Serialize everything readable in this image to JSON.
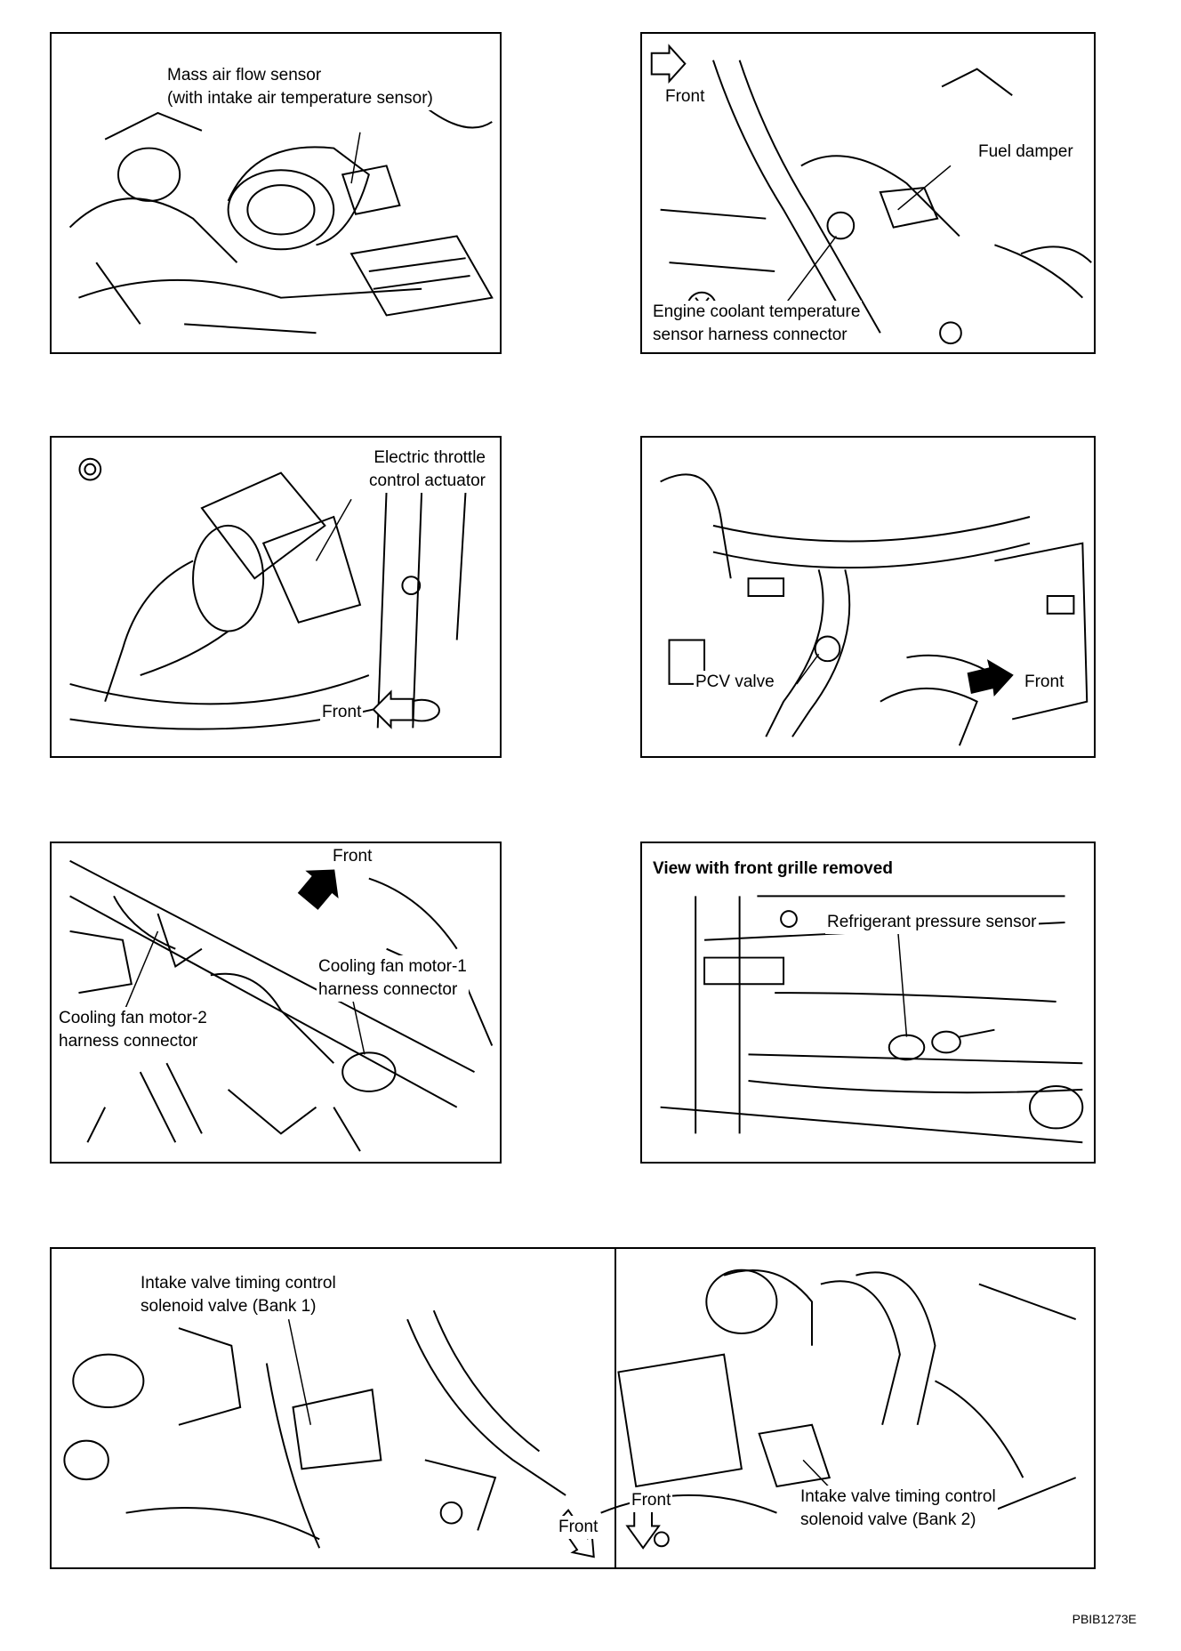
{
  "panels": {
    "maf": {
      "label_line1": "Mass air flow sensor",
      "label_line2": "(with intake air temperature sensor)"
    },
    "fuel": {
      "front": "Front",
      "fuel_damper": "Fuel damper",
      "ect_line1": "Engine coolant temperature",
      "ect_line2": "sensor harness connector"
    },
    "throttle": {
      "label_line1": "Electric throttle",
      "label_line2": "control actuator",
      "front": "Front"
    },
    "pcv": {
      "label": "PCV valve",
      "front": "Front"
    },
    "fan": {
      "front": "Front",
      "m1_line1": "Cooling fan motor-1",
      "m1_line2": "harness connector",
      "m2_line1": "Cooling fan motor-2",
      "m2_line2": "harness connector"
    },
    "refrigerant": {
      "title": "View with front grille removed",
      "label": "Refrigerant pressure sensor"
    },
    "ivt": {
      "b1_line1": "Intake valve timing control",
      "b1_line2": "solenoid valve (Bank 1)",
      "front_left": "Front",
      "front_right": "Front",
      "b2_line1": "Intake valve timing control",
      "b2_line2": "solenoid valve (Bank 2)"
    }
  },
  "figure_code": "PBIB1273E"
}
